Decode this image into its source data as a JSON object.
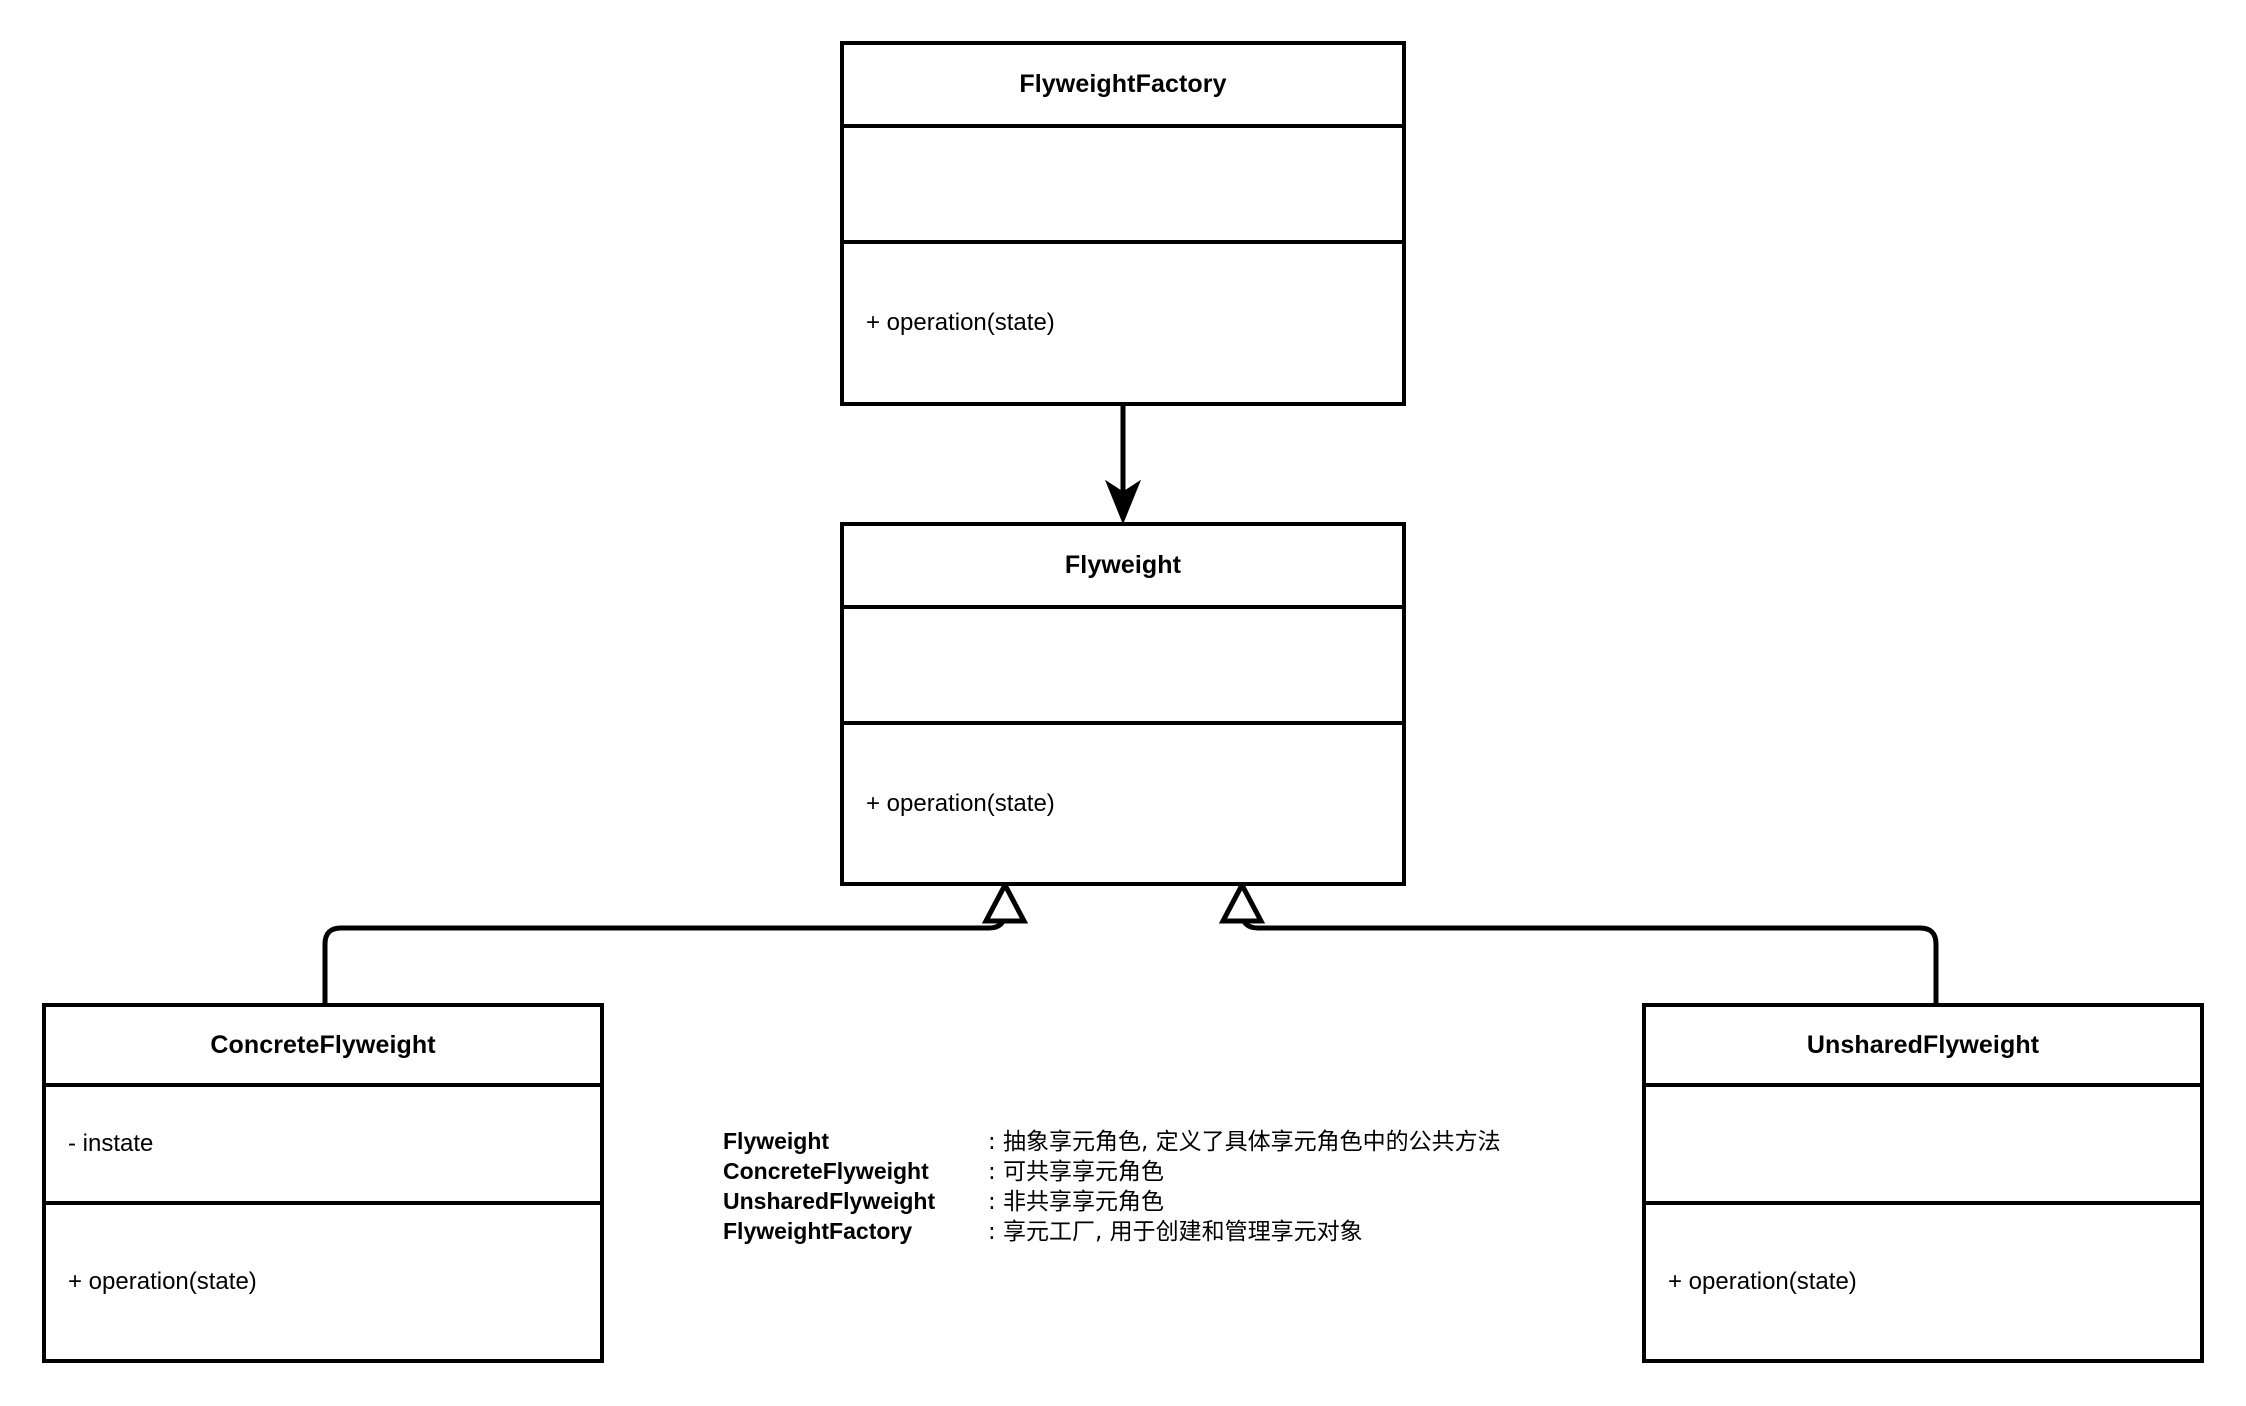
{
  "diagram": {
    "title": "Flyweight Pattern UML Class Diagram",
    "type": "uml-class-diagram",
    "background_color": "#ffffff",
    "line_color": "#000000",
    "text_color": "#000000"
  },
  "classes": [
    {
      "id": "flyweight-factory",
      "name": "FlyweightFactory",
      "attributes": [],
      "attributes_text": "",
      "methods_text": "+ operation(state)",
      "methods": [
        "+ operation(state)"
      ]
    },
    {
      "id": "flyweight",
      "name": "Flyweight",
      "attributes": [],
      "attributes_text": "",
      "methods_text": "+ operation(state)",
      "methods": [
        "+ operation(state)"
      ]
    },
    {
      "id": "concrete-flyweight",
      "name": "ConcreteFlyweight",
      "attributes": [
        "- instate"
      ],
      "attributes_text": "- instate",
      "methods_text": "+ operation(state)",
      "methods": [
        "+ operation(state)"
      ]
    },
    {
      "id": "unshared-flyweight",
      "name": "UnsharedFlyweight",
      "attributes": [],
      "attributes_text": "",
      "methods_text": "+ operation(state)",
      "methods": [
        "+ operation(state)"
      ]
    }
  ],
  "relationships": [
    {
      "id": "factory-to-flyweight",
      "from": "FlyweightFactory",
      "to": "Flyweight",
      "kind": "association-arrow",
      "arrowhead": "solid-open-arrow"
    },
    {
      "id": "concrete-inherits-flyweight",
      "from": "ConcreteFlyweight",
      "to": "Flyweight",
      "kind": "generalization",
      "arrowhead": "hollow-triangle"
    },
    {
      "id": "unshared-inherits-flyweight",
      "from": "UnsharedFlyweight",
      "to": "Flyweight",
      "kind": "generalization",
      "arrowhead": "hollow-triangle"
    }
  ],
  "legend": {
    "rows": [
      {
        "term": "Flyweight",
        "desc": ": 抽象享元角色, 定义了具体享元角色中的公共方法"
      },
      {
        "term": "ConcreteFlyweight",
        "desc": ": 可共享享元角色"
      },
      {
        "term": "UnsharedFlyweight",
        "desc": ": 非共享享元角色"
      },
      {
        "term": "FlyweightFactory",
        "desc": ": 享元工厂, 用于创建和管理享元对象"
      }
    ]
  }
}
